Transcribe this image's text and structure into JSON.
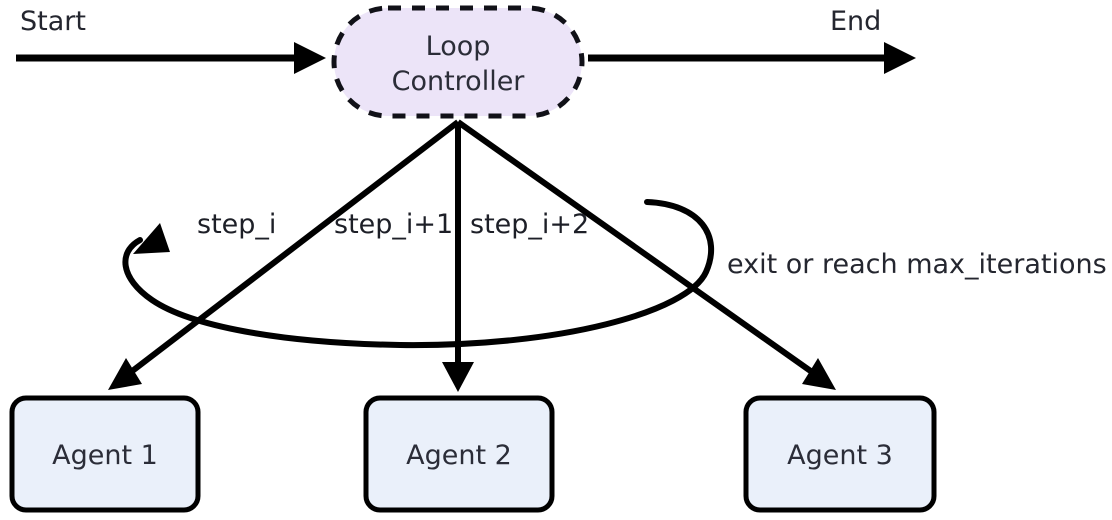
{
  "diagram": {
    "title_node": {
      "label": "Loop\nController",
      "shape": "stadium-dashed",
      "fill": "#ece4f8",
      "stroke": "#111118"
    },
    "endpoints": {
      "start_label": "Start",
      "end_label": "End"
    },
    "branch_labels": [
      {
        "name": "step-i",
        "text": "step_i"
      },
      {
        "name": "step-i-plus-1",
        "text": "step_i+1"
      },
      {
        "name": "step-i-plus-2",
        "text": "step_i+2"
      }
    ],
    "condition_label": "exit or reach max_iterations ?",
    "agents": [
      {
        "name": "agent-1",
        "label": "Agent 1",
        "fill": "#eaf0fa",
        "stroke": "#000000"
      },
      {
        "name": "agent-2",
        "label": "Agent 2",
        "fill": "#eaf0fa",
        "stroke": "#000000"
      },
      {
        "name": "agent-3",
        "label": "Agent 3",
        "fill": "#eaf0fa",
        "stroke": "#000000"
      }
    ],
    "colors": {
      "edge": "#000000",
      "text": "#2b2d38",
      "background": "#ffffff"
    }
  }
}
